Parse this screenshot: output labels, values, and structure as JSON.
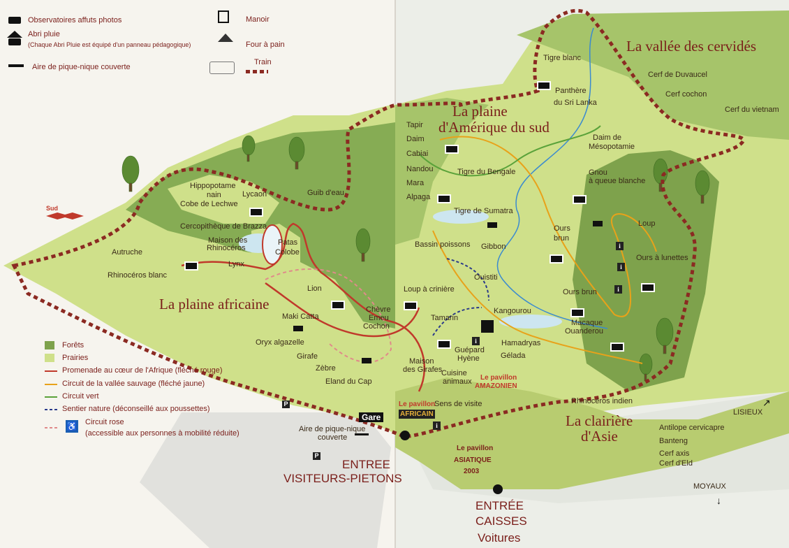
{
  "legend_top": {
    "observatoires": "Observatoires affuts photos",
    "abri_pluie": "Abri pluie",
    "abri_pluie_note": "(Chaque Abri Pluie est équipé d'un panneau pédagogique)",
    "aire_pique_nique": "Aire de pique-nique couverte",
    "manoir": "Manoir",
    "four": "Four à pain",
    "train": "Train"
  },
  "legend_bottom": {
    "forets": "Forêts",
    "prairies": "Prairies",
    "promenade": "Promenade au cœur de l'Afrique (fléché rouge)",
    "circuit_vallee": "Circuit de la vallée sauvage (fléché jaune)",
    "circuit_vert": "Circuit vert",
    "sentier": "Sentier nature (déconseillé aux poussettes)",
    "circuit_rose": "Circuit rose",
    "circuit_rose_note": "(accessible aux personnes à mobilité réduite)",
    "colors": {
      "forets": "#7ea24c",
      "prairies": "#cfe08a",
      "promenade": "#c0392b",
      "circuit_vallee": "#e8a21a",
      "circuit_vert": "#5aa23a",
      "sentier": "#2a3a8a",
      "circuit_rose": "#e08a8a",
      "train": "#8b2a22"
    }
  },
  "zones": {
    "plaine_africaine": "La plaine africaine",
    "plaine_amerique_1": "La plaine",
    "plaine_amerique_2": "d'Amérique du sud",
    "vallee": "La vallée des cervidés",
    "clairiere_1": "La clairière",
    "clairiere_2": "d'Asie"
  },
  "animals": {
    "hippopotame": "Hippopotame",
    "nain": "nain",
    "cobe": "Cobe de Lechwe",
    "lycaon": "Lycaon",
    "guib": "Guib d'eau",
    "cercopitheque": "Cercopithèque de Brazza",
    "maison_rhino_1": "Maison des",
    "maison_rhino_2": "Rhinocéros",
    "patas": "Patas",
    "colobe": "Colobe",
    "lynx": "Lynx",
    "autruche": "Autruche",
    "rhino_blanc": "Rhinocéros blanc",
    "lion": "Lion",
    "maki": "Maki Catta",
    "chevre": "Chèvre",
    "emeu": "Emeu",
    "cochon": "Cochon",
    "oryx": "Oryx algazelle",
    "girafe": "Girafe",
    "zebre": "Zèbre",
    "eland": "Eland du Cap",
    "tapir": "Tapir",
    "daim": "Daim",
    "cabiai": "Cabiai",
    "nandou": "Nandou",
    "mara": "Mara",
    "alpaga": "Alpaga",
    "tigre_bengale": "Tigre du Bengale",
    "tigre_sumatra": "Tigre de Sumatra",
    "bassin": "Bassin poissons",
    "gibbon": "Gibbon",
    "loup_criniere": "Loup à crinière",
    "ouistiti": "Ouistiti",
    "tamarin": "Tamarin",
    "kangourou": "Kangourou",
    "guepard": "Guépard",
    "hyene": "Hyène",
    "maison_girafes_1": "Maison",
    "maison_girafes_2": "des Girafes",
    "cuisine": "Cuisine",
    "animaux": "animaux",
    "hamadryas": "Hamadryas",
    "gelada": "Gélada",
    "tigre_blanc": "Tigre blanc",
    "panthere_1": "Panthère",
    "panthere_2": "du Sri Lanka",
    "cerf_duvaucel": "Cerf de Duvaucel",
    "cerf_cochon": "Cerf cochon",
    "cerf_vietnam": "Cerf du vietnam",
    "daim_meso_1": "Daim de",
    "daim_meso_2": "Mésopotamie",
    "gnou_1": "Gnou",
    "gnou_2": "à queue blanche",
    "loup": "Loup",
    "ours_brun_1": "Ours",
    "ours_brun_2": "brun",
    "ours_lunettes": "Ours à lunettes",
    "ours_brun_b": "Ours brun",
    "macaque_1": "Macaque",
    "macaque_2": "Ouanderou",
    "rhino_indien": "Rhinocéros indien",
    "antilope": "Antilope cervicapre",
    "banteng": "Banteng",
    "cerf_axis": "Cerf axis",
    "cerf_eld": "Cerf d'Eld"
  },
  "places": {
    "sud": "Sud",
    "gare": "Gare",
    "aire_1": "Aire de pique-nique",
    "aire_2": "couverte",
    "pav_africain_1": "Le pavillon",
    "pav_africain_2": "AFRICAIN",
    "pav_amazonien_1": "Le pavillon",
    "pav_amazonien_2": "AMAZONIEN",
    "pav_asiatique_1": "Le pavillon",
    "pav_asiatique_2": "ASIATIQUE",
    "pav_asiatique_3": "2003",
    "sens_visite": "Sens de visite",
    "entree_pietons_1": "ENTREE",
    "entree_pietons_2": "VISITEURS-PIETONS",
    "entree_caisses_1": "ENTRÉE",
    "entree_caisses_2": "CAISSES",
    "entree_caisses_3": "Voitures",
    "lisieux": "LISIEUX",
    "moyaux": "MOYAUX",
    "parking": "P",
    "info": "i"
  }
}
